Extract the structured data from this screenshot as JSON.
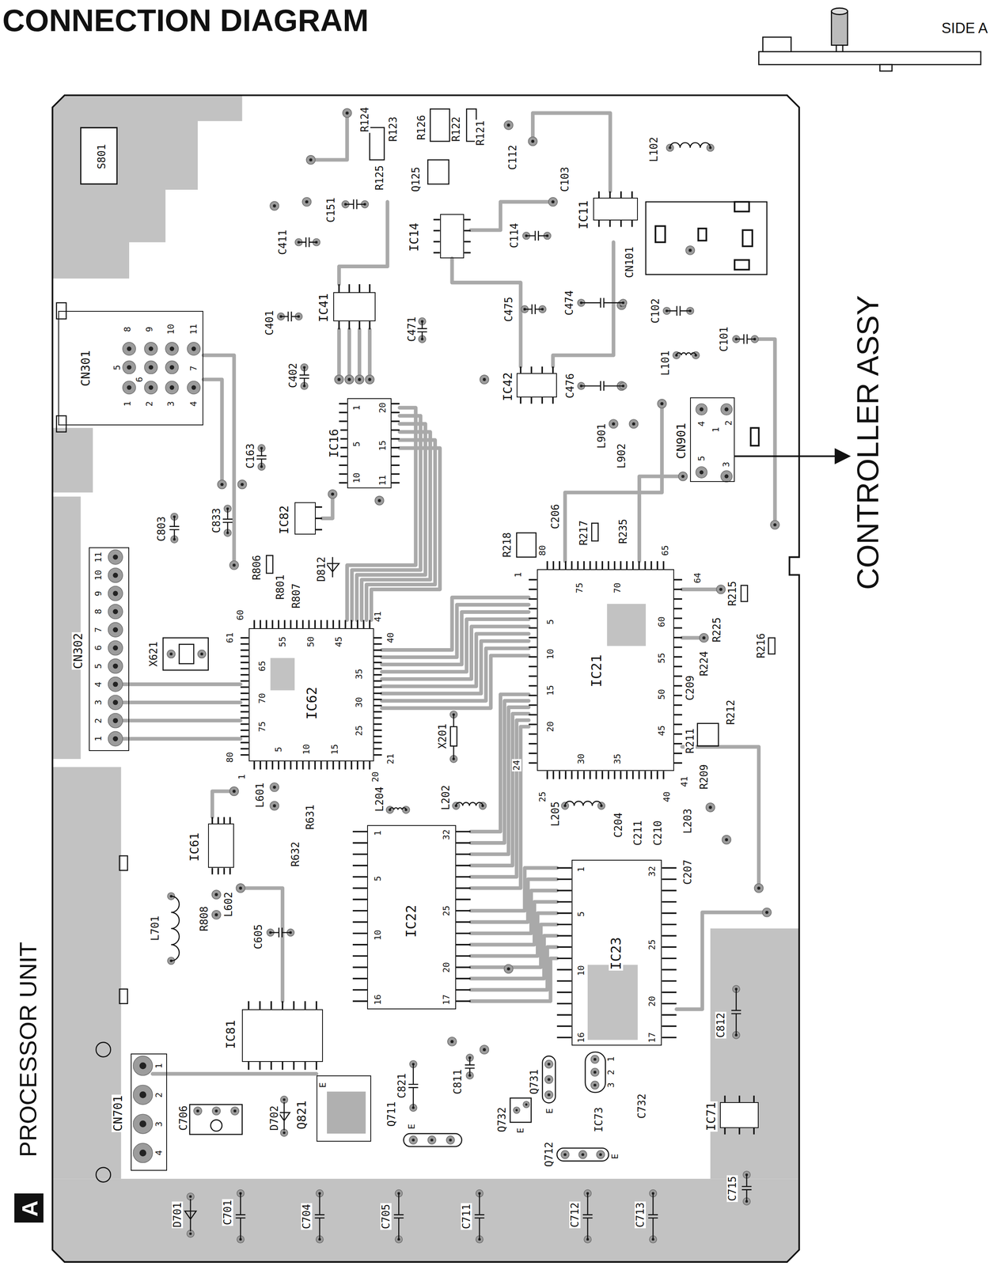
{
  "diagram": {
    "title": "CONNECTION DIAGRAM",
    "nodes": [
      {
        "text": [
          "A"
        ]
      },
      {
        "text": [
          "S801"
        ]
      },
      {
        "text": [
          "IC14"
        ]
      },
      {
        "text": [
          "IC11"
        ]
      },
      {
        "text": [
          "IC41"
        ]
      },
      {
        "text": [
          "CN301"
        ]
      },
      {
        "text": [
          "IC42"
        ]
      },
      {
        "text": [
          "IC16"
        ]
      },
      {
        "text": [
          "CN901"
        ]
      },
      {
        "text": [
          "IC82"
        ]
      },
      {
        "text": [
          "CN302"
        ]
      },
      {
        "text": [
          "IC62"
        ]
      },
      {
        "text": [
          "IC21"
        ]
      },
      {
        "text": [
          "IC22"
        ]
      },
      {
        "text": [
          "IC61"
        ]
      },
      {
        "text": [
          "IC23"
        ]
      },
      {
        "text": [
          "IC81"
        ]
      },
      {
        "text": [
          "CN701"
        ]
      },
      {
        "text": [
          "Q821"
        ]
      },
      {
        "text": [
          "IC71"
        ]
      }
    ],
    "labels": [
      "SIDE A",
      "PROCESSOR UNIT",
      "CONTROLLER ASSY",
      "R124",
      "R123",
      "R125",
      "Q125",
      "R126",
      "R122",
      "R121",
      "C112",
      "C103",
      "L102",
      "C151",
      "C411",
      "C114",
      "CN101",
      "C475",
      "C474",
      "C102",
      "C401",
      "C471",
      "C101",
      "L101",
      "C476",
      "C402",
      "L901",
      "L902",
      "C163",
      "C803",
      "C833",
      "R218",
      "C206",
      "R217",
      "R235",
      "R806",
      "D812",
      "R801",
      "R807",
      "R215",
      "R225",
      "R216",
      "R224",
      "C209",
      "R212",
      "R211",
      "R209",
      "X621",
      "X201",
      "L204",
      "L202",
      "L205",
      "C204",
      "C211",
      "C210",
      "L203",
      "C207",
      "L601",
      "R631",
      "R632",
      "L602",
      "R808",
      "L701",
      "C605",
      "C812",
      "C821",
      "C811",
      "Q731",
      "IC73",
      "C732",
      "Q711",
      "D702",
      "C706",
      "Q732",
      "Q712",
      "D701",
      "C701",
      "C704",
      "C705",
      "C711",
      "C712",
      "C713",
      "C715",
      "E",
      "E",
      "E",
      "E",
      "E",
      "1",
      "2",
      "3",
      "1",
      "2",
      "3",
      "4",
      "4",
      "1",
      "2",
      "5",
      "3",
      "1",
      "2",
      "3",
      "4",
      "5",
      "6",
      "7",
      "8",
      "9",
      "10",
      "11",
      "8",
      "9",
      "10",
      "11",
      "5",
      "6",
      "7",
      "1",
      "2",
      "3",
      "4",
      "1",
      "80",
      "75",
      "70",
      "65",
      "64",
      "60",
      "55",
      "50",
      "45",
      "41",
      "40",
      "35",
      "30",
      "25",
      "24",
      "5",
      "10",
      "15",
      "20",
      "60",
      "61",
      "41",
      "40",
      "80",
      "1",
      "20",
      "21",
      "55",
      "50",
      "45",
      "65",
      "70",
      "75",
      "5",
      "10",
      "15",
      "25",
      "30",
      "35",
      "1",
      "5",
      "10",
      "16",
      "32",
      "25",
      "20",
      "17",
      "1",
      "5",
      "10",
      "16",
      "32",
      "25",
      "20",
      "17",
      "1",
      "5",
      "10",
      "20",
      "15",
      "11"
    ]
  }
}
